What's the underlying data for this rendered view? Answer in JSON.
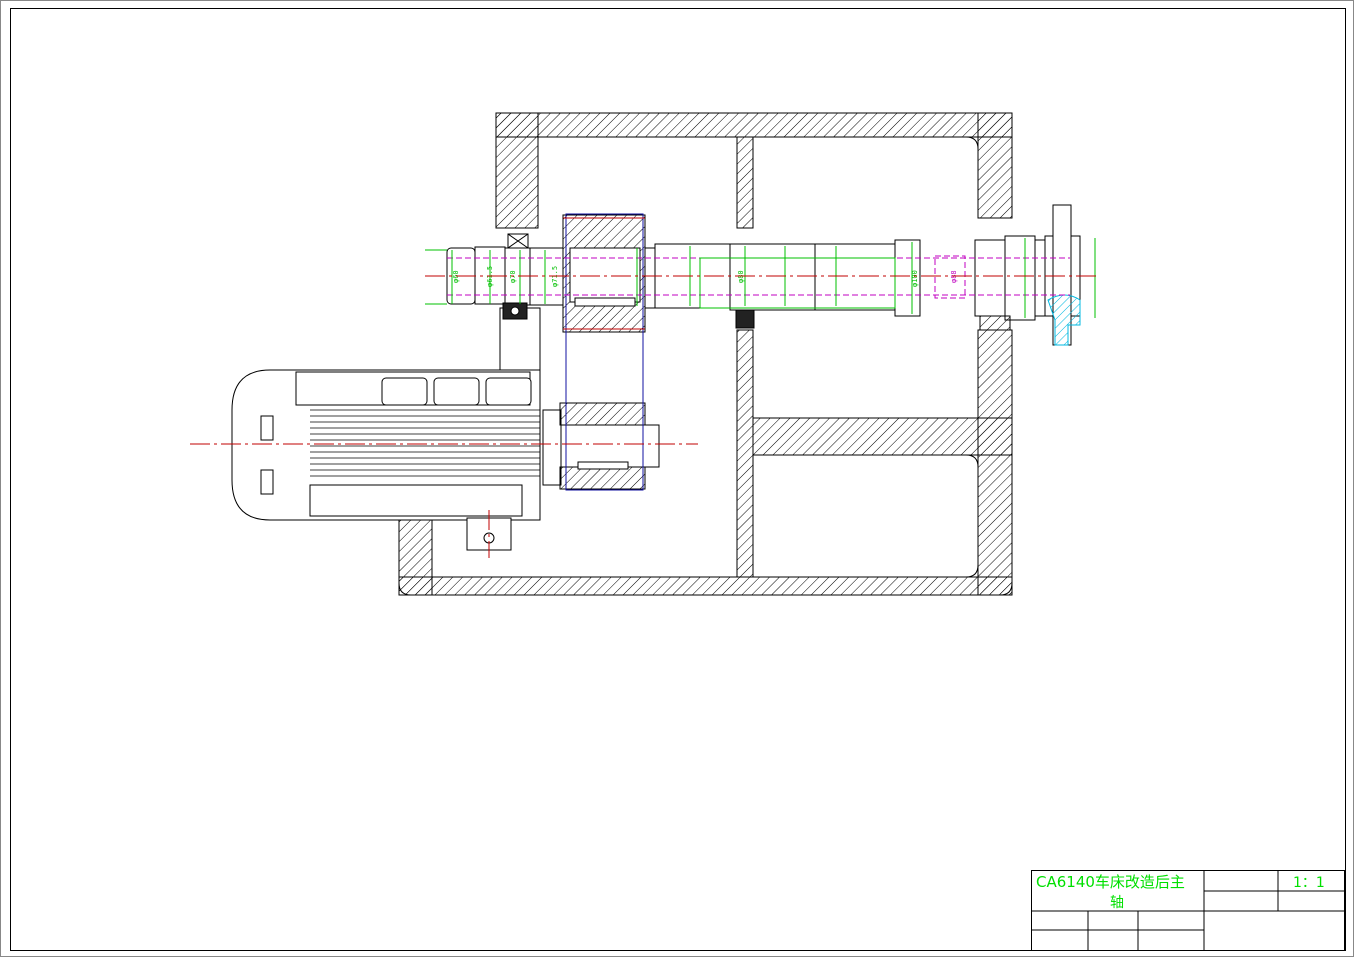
{
  "title_block": {
    "title_line1": "CA6140车床改造后主",
    "title_line2": "轴",
    "scale": "1：1"
  },
  "dimensions": [
    "φ60",
    "φ61.5",
    "φ70",
    "φ71.5",
    "φ80",
    "φ100",
    "φ88"
  ],
  "colors": {
    "outline": "#000000",
    "dimension": "#00c000",
    "hidden": "#c000c0",
    "centerline": "#c00000",
    "gear_box": "#0000a0",
    "section": "#00c0e0"
  }
}
